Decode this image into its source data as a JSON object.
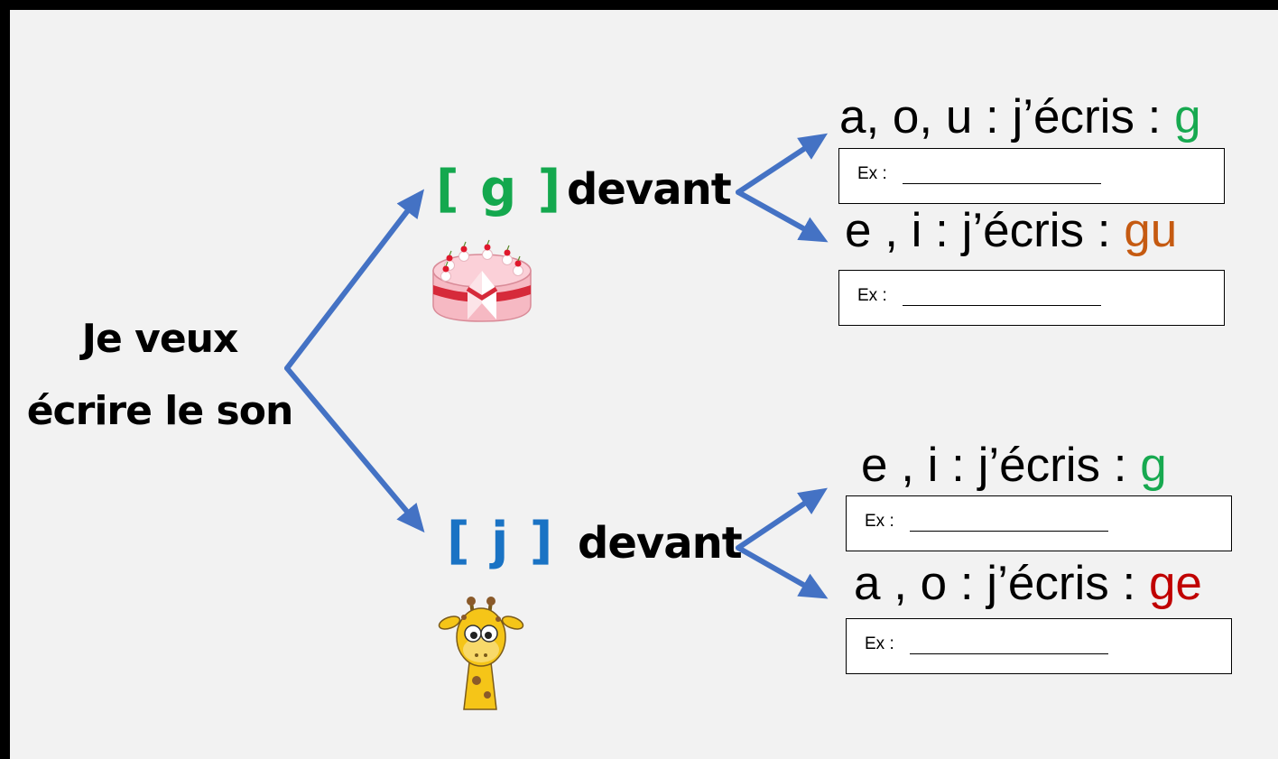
{
  "intro": {
    "line1": "Je veux",
    "line2": "écrire le son"
  },
  "colors": {
    "arrow": "#4472c4",
    "g_sound": "#14a84e",
    "j_sound": "#1a73c4",
    "g_green": "#17a950",
    "gu_brown": "#c55a11",
    "ge_red": "#c00000"
  },
  "branches": [
    {
      "sound": "[ g ]",
      "picture": "cake-icon",
      "devant": "devant",
      "rules": [
        {
          "text": "a, o, u : j’écris : ",
          "answer": "g",
          "example_label": "Ex :"
        },
        {
          "text": "e , i : j’écris : ",
          "answer": "gu",
          "example_label": "Ex :"
        }
      ]
    },
    {
      "sound": "[ j ]",
      "picture": "giraffe-icon",
      "devant": "devant",
      "rules": [
        {
          "text": "e , i : j’écris : ",
          "answer": "g",
          "example_label": "Ex :"
        },
        {
          "text": "a , o : j’écris : ",
          "answer": "ge",
          "example_label": "Ex :"
        }
      ]
    }
  ]
}
